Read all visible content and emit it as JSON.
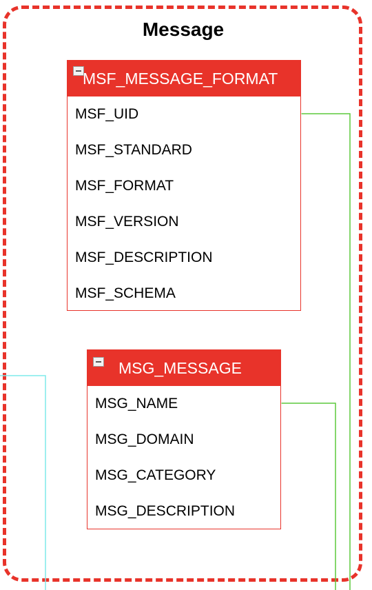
{
  "group": {
    "title": "Message"
  },
  "tables": {
    "msf": {
      "name": "MSF_MESSAGE_FORMAT",
      "columns": [
        "MSF_UID",
        "MSF_STANDARD",
        "MSF_FORMAT",
        "MSF_VERSION",
        "MSF_DESCRIPTION",
        "MSF_SCHEMA"
      ]
    },
    "msg": {
      "name": "MSG_MESSAGE",
      "columns": [
        "MSG_NAME",
        "MSG_DOMAIN",
        "MSG_CATEGORY",
        "MSG_DESCRIPTION"
      ]
    }
  },
  "colors": {
    "accent": "#e8332a",
    "relation_green": "#5cc83c",
    "relation_cyan": "#7eeaea"
  },
  "icons": {
    "collapse": "collapse-icon"
  }
}
